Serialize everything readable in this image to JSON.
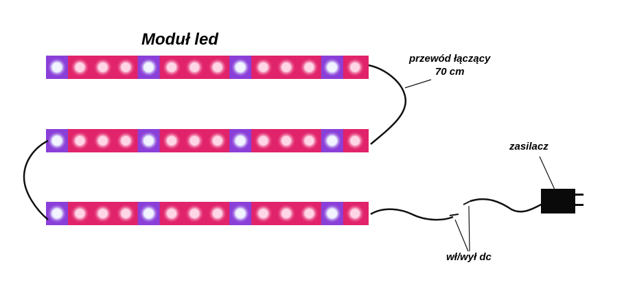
{
  "title": "Moduł led",
  "cable_label_line1": "przewód łączący",
  "cable_label_line2": "70 cm",
  "psu_label": "zasilacz",
  "switch_label": "wł/wył dc",
  "led_sequence": [
    "white",
    "pink",
    "pink",
    "pink",
    "white",
    "pink",
    "pink",
    "pink",
    "white",
    "pink",
    "pink",
    "pink",
    "white",
    "pink"
  ],
  "colors": {
    "strip_base": "#e0236a",
    "strip_purple": "#8a3fd8",
    "led_pink": "#ffd6e6",
    "led_white": "#f2f4ff",
    "wire": "#111111",
    "psu": "#0a0a0a"
  }
}
